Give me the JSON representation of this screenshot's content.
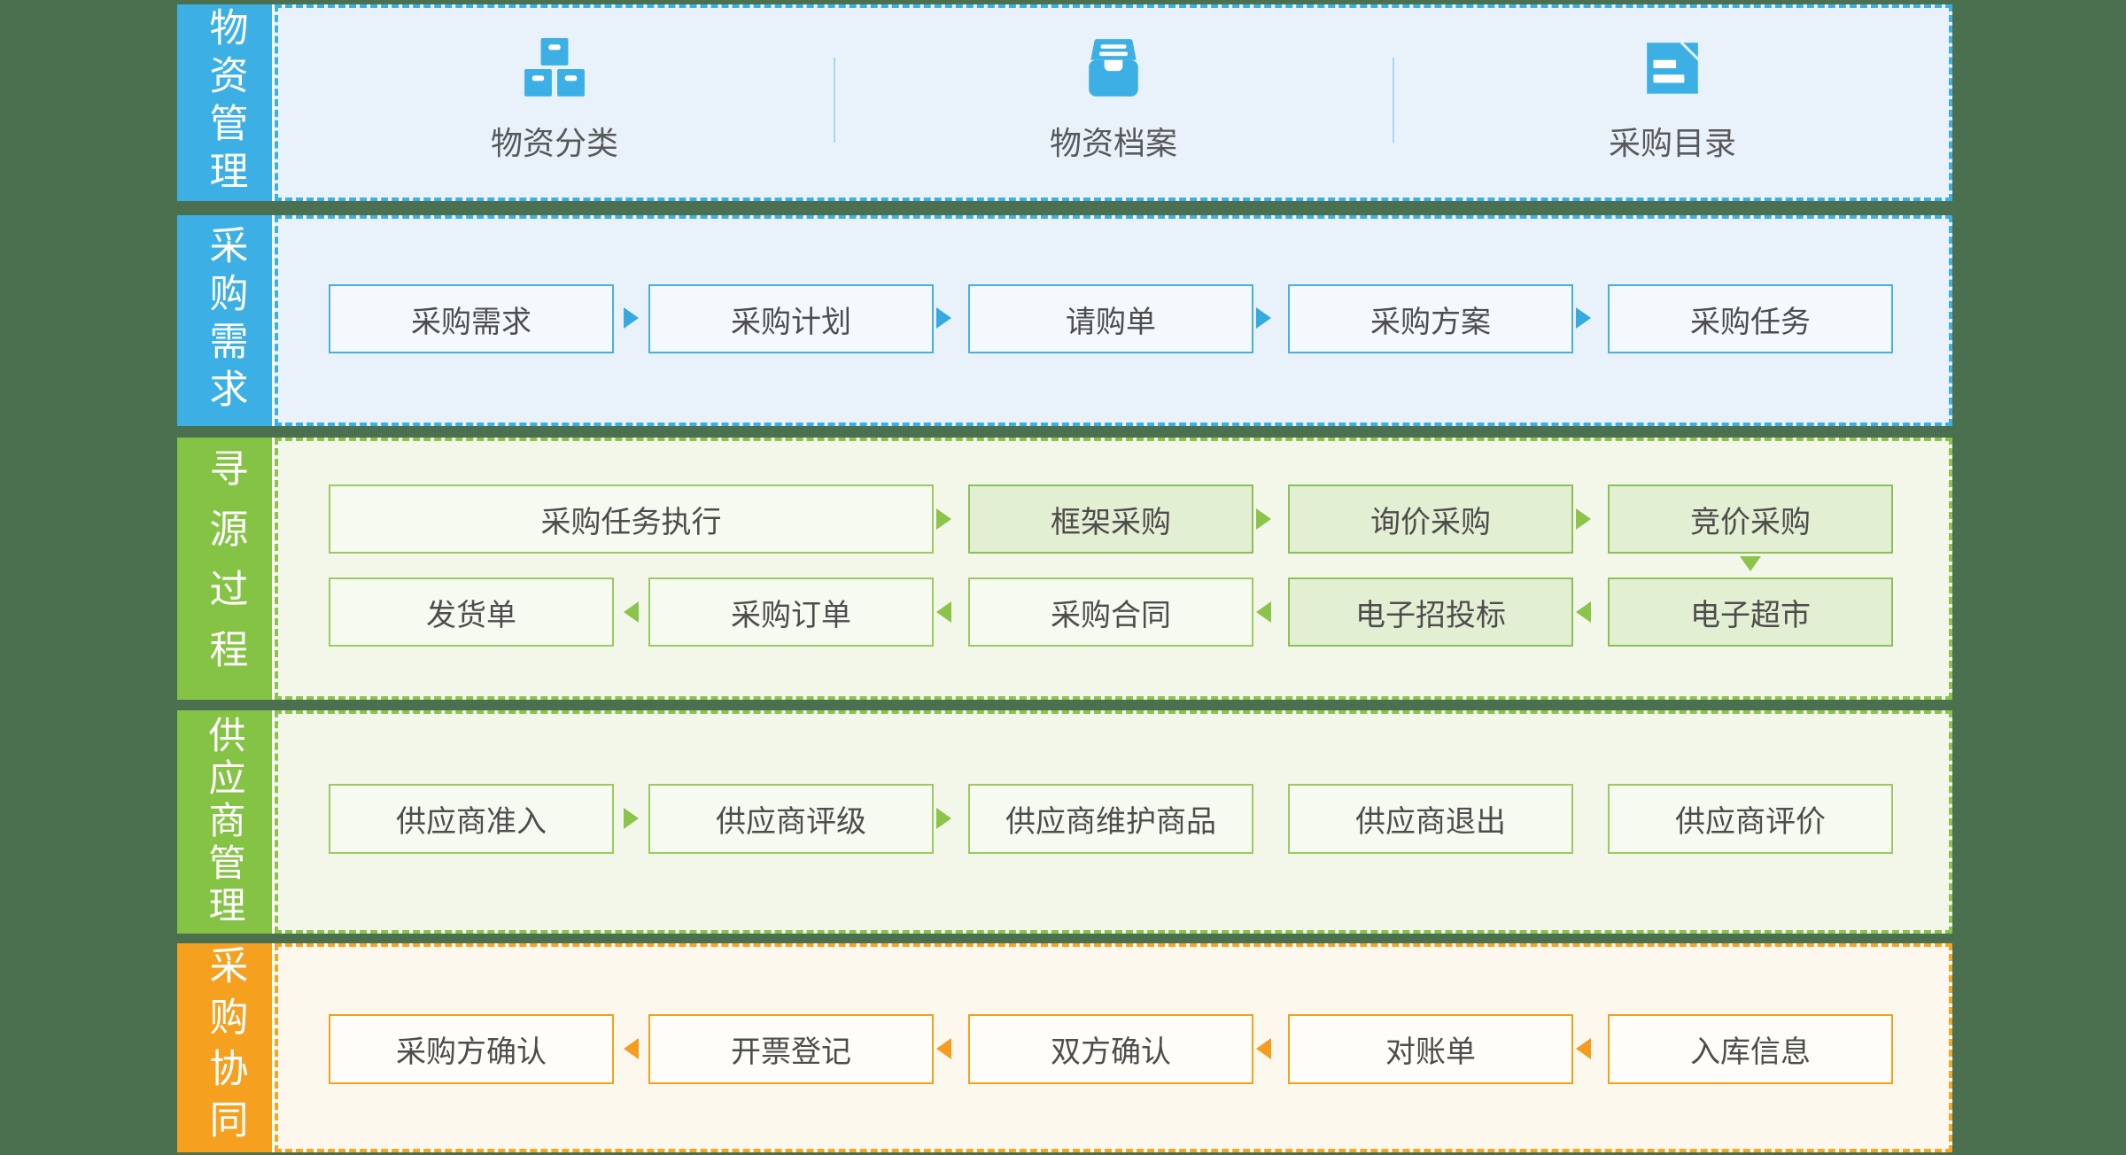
{
  "page": {
    "background": "#4a7050",
    "theme_colors": {
      "blue": "#3cb0e5",
      "green": "#85c345",
      "orange": "#f5a01e",
      "blue_panel": "#e9f2fb",
      "green_panel": "#f2f7ea",
      "orange_panel": "#fdf8ee",
      "green_box_highlight": "#e3efd2",
      "box_text": "#4d4d4d",
      "icon_label_text": "#58595b"
    }
  },
  "bands": [
    {
      "id": "material-management",
      "label": "物资管理",
      "theme": "blue",
      "items": [
        {
          "label": "物资分类",
          "icon": "boxes-icon"
        },
        {
          "label": "物资档案",
          "icon": "archive-icon"
        },
        {
          "label": "采购目录",
          "icon": "catalog-document-icon"
        }
      ]
    },
    {
      "id": "procurement-demand",
      "label": "采购需求",
      "theme": "blue",
      "boxes": [
        "采购需求",
        "采购计划",
        "请购单",
        "采购方案",
        "采购任务"
      ],
      "flow_direction": "right"
    },
    {
      "id": "sourcing-process",
      "label": "寻源过程",
      "theme": "green",
      "rows": [
        [
          "采购任务执行",
          "框架采购",
          "询价采购",
          "竞价采购"
        ],
        [
          "发货单",
          "采购订单",
          "采购合同",
          "电子招投标",
          "电子超市"
        ]
      ],
      "highlighted_boxes": [
        "框架采购",
        "询价采购",
        "竞价采购",
        "电子招投标",
        "电子超市"
      ],
      "row1_direction": "right",
      "row2_direction": "left"
    },
    {
      "id": "supplier-management",
      "label": "供应商管理",
      "theme": "green",
      "boxes": [
        "供应商准入",
        "供应商评级",
        "供应商维护商品",
        "供应商退出",
        "供应商评价"
      ],
      "flow_direction": "right-first-three"
    },
    {
      "id": "procurement-collaboration",
      "label": "采购协同",
      "theme": "orange",
      "boxes": [
        "采购方确认",
        "开票登记",
        "双方确认",
        "对账单",
        "入库信息"
      ],
      "flow_direction": "left"
    }
  ]
}
